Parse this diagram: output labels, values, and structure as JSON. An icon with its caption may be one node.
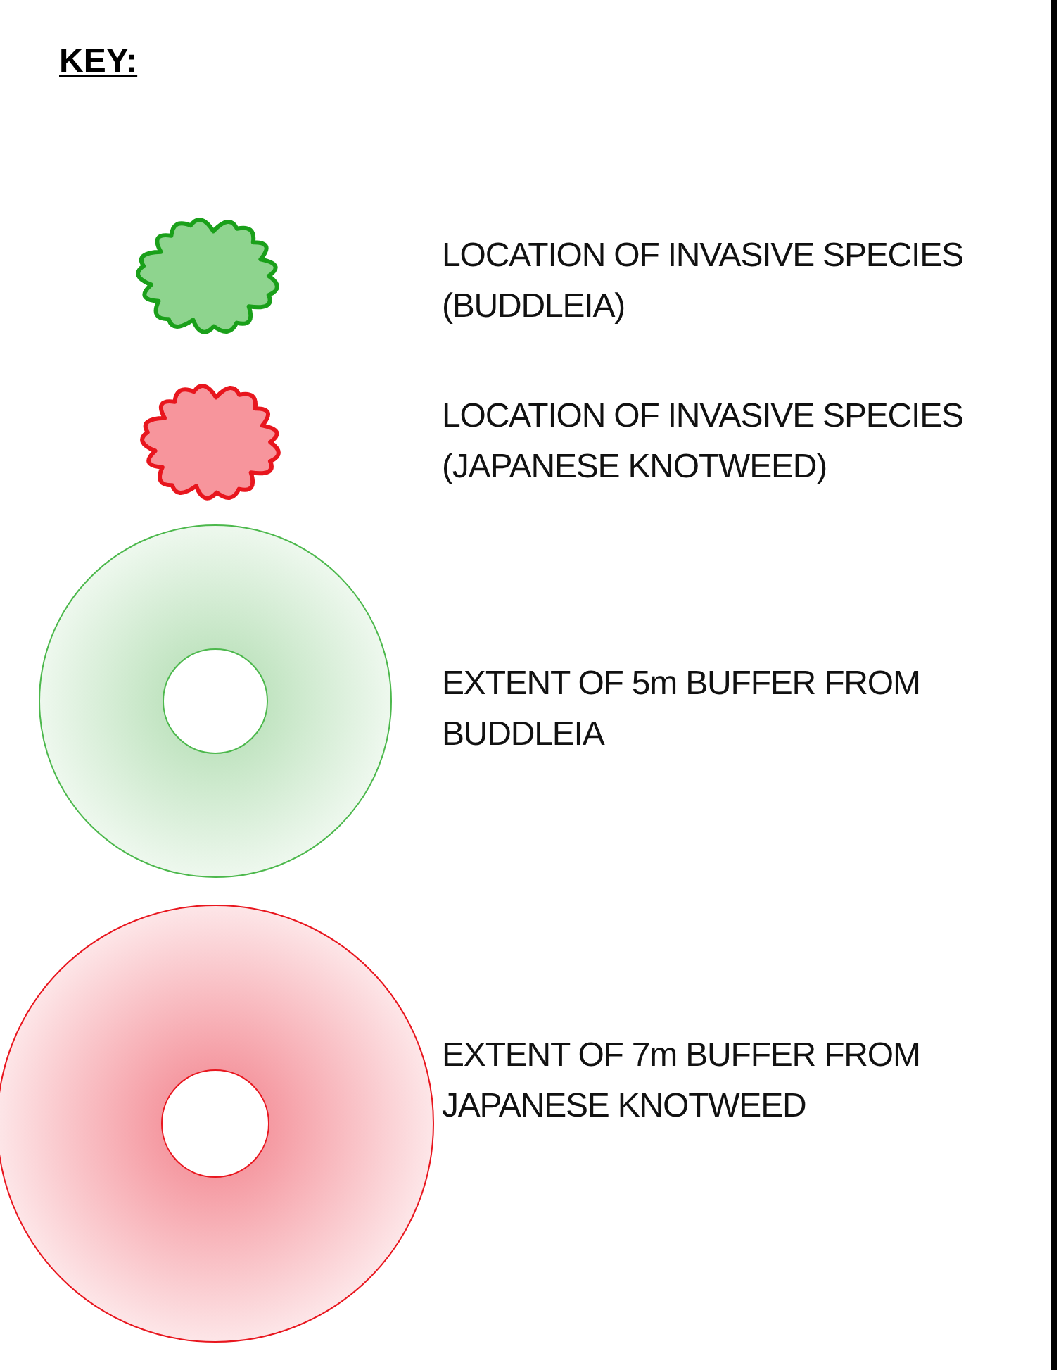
{
  "diagram": {
    "title": "KEY:",
    "legend": [
      {
        "text": "LOCATION OF INVASIVE SPECIES (BUDDLEIA)"
      },
      {
        "text": "LOCATION OF INVASIVE SPECIES (JAPANESE KNOTWEED)"
      },
      {
        "text": "EXTENT OF 5m BUFFER FROM BUDDLEIA"
      },
      {
        "text": "EXTENT OF 7m BUFFER FROM JAPANESE KNOTWEED"
      }
    ]
  }
}
